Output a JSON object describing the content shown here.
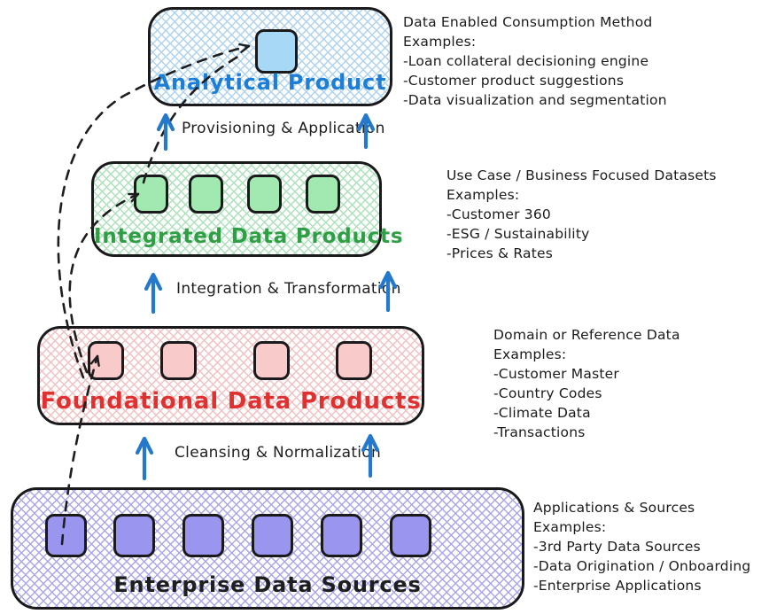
{
  "layers": [
    {
      "title": "Analytical Product",
      "title_color": "#1c7ed6",
      "chip_fill": "#a7d9f6",
      "chip_count": 1,
      "annotation": {
        "heading": "Data Enabled Consumption Method",
        "subheading": "Examples:",
        "items": [
          "-Loan collateral decisioning engine",
          "-Customer product suggestions",
          "-Data visualization and segmentation"
        ]
      }
    },
    {
      "title": "Integrated Data Products",
      "title_color": "#2f9e44",
      "chip_fill": "#a2e8b1",
      "chip_count": 4,
      "annotation": {
        "heading": "Use Case / Business Focused Datasets",
        "subheading": "Examples:",
        "items": [
          "-Customer 360",
          "-ESG / Sustainability",
          "-Prices & Rates"
        ]
      }
    },
    {
      "title": "Foundational Data Products",
      "title_color": "#e03131",
      "chip_fill": "#f9caca",
      "chip_count": 4,
      "annotation": {
        "heading": "Domain or Reference Data",
        "subheading": "Examples:",
        "items": [
          "-Customer Master",
          "-Country Codes",
          "-Climate Data",
          "-Transactions"
        ]
      }
    },
    {
      "title": "Enterprise Data Sources",
      "title_color": "#1e1e1e",
      "chip_fill": "#9a96f0",
      "chip_count": 6,
      "annotation": {
        "heading": "Applications & Sources",
        "subheading": "Examples:",
        "items": [
          "-3rd Party Data Sources",
          "-Data Origination / Onboarding",
          "-Enterprise Applications"
        ]
      }
    }
  ],
  "transitions": [
    {
      "label": "Provisioning & Application"
    },
    {
      "label": "Integration & Transformation"
    },
    {
      "label": "Cleansing & Normalization"
    }
  ],
  "colors": {
    "arrow_blue": "#2579cc",
    "ink": "#1e1e1e",
    "outline": "#1a1a1c"
  }
}
